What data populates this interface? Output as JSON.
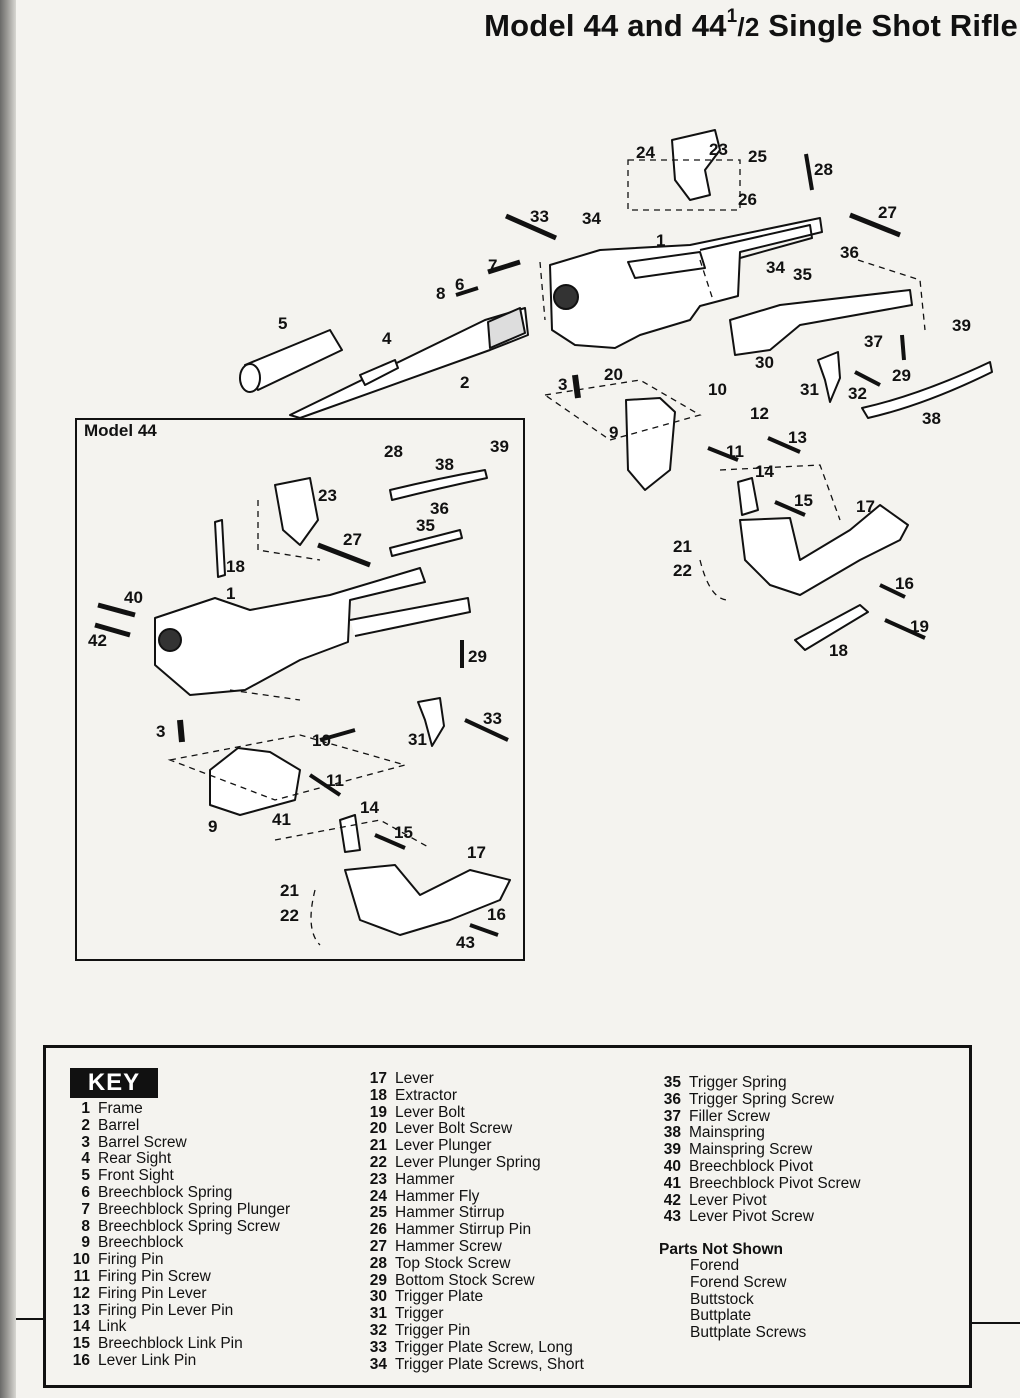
{
  "page": {
    "title_main": "Model 44 and 44",
    "title_sup": "1",
    "title_frac": "/2",
    "title_end": " Single Shot Rifle"
  },
  "inset": {
    "title": "Model 44"
  },
  "callouts": {
    "main": [
      "24",
      "23",
      "25",
      "28",
      "26",
      "33",
      "34",
      "27",
      "1",
      "36",
      "7",
      "6",
      "8",
      "34",
      "35",
      "39",
      "5",
      "4",
      "37",
      "30",
      "29",
      "20",
      "2",
      "3",
      "31",
      "32",
      "10",
      "12",
      "38",
      "9",
      "13",
      "11",
      "14",
      "15",
      "17",
      "21",
      "22",
      "16",
      "19",
      "18"
    ],
    "inset": [
      "28",
      "39",
      "38",
      "36",
      "23",
      "35",
      "27",
      "18",
      "1",
      "40",
      "42",
      "29",
      "33",
      "31",
      "3",
      "10",
      "11",
      "9",
      "41",
      "14",
      "15",
      "17",
      "21",
      "22",
      "16",
      "43"
    ]
  },
  "key": {
    "badge": "KEY",
    "col1": [
      {
        "n": "1",
        "label": "Frame"
      },
      {
        "n": "2",
        "label": "Barrel"
      },
      {
        "n": "3",
        "label": "Barrel Screw"
      },
      {
        "n": "4",
        "label": "Rear Sight"
      },
      {
        "n": "5",
        "label": "Front Sight"
      },
      {
        "n": "6",
        "label": "Breechblock Spring"
      },
      {
        "n": "7",
        "label": "Breechblock Spring Plunger"
      },
      {
        "n": "8",
        "label": "Breechblock Spring Screw"
      },
      {
        "n": "9",
        "label": "Breechblock"
      },
      {
        "n": "10",
        "label": "Firing Pin"
      },
      {
        "n": "11",
        "label": "Firing Pin Screw"
      },
      {
        "n": "12",
        "label": "Firing Pin Lever"
      },
      {
        "n": "13",
        "label": "Firing Pin Lever Pin"
      },
      {
        "n": "14",
        "label": "Link"
      },
      {
        "n": "15",
        "label": "Breechblock Link Pin"
      },
      {
        "n": "16",
        "label": "Lever Link Pin"
      }
    ],
    "col2": [
      {
        "n": "17",
        "label": "Lever"
      },
      {
        "n": "18",
        "label": "Extractor"
      },
      {
        "n": "19",
        "label": "Lever Bolt"
      },
      {
        "n": "20",
        "label": "Lever Bolt Screw"
      },
      {
        "n": "21",
        "label": "Lever Plunger"
      },
      {
        "n": "22",
        "label": "Lever Plunger Spring"
      },
      {
        "n": "23",
        "label": "Hammer"
      },
      {
        "n": "24",
        "label": "Hammer Fly"
      },
      {
        "n": "25",
        "label": "Hammer Stirrup"
      },
      {
        "n": "26",
        "label": "Hammer Stirrup Pin"
      },
      {
        "n": "27",
        "label": "Hammer Screw"
      },
      {
        "n": "28",
        "label": "Top Stock Screw"
      },
      {
        "n": "29",
        "label": "Bottom Stock Screw"
      },
      {
        "n": "30",
        "label": "Trigger Plate"
      },
      {
        "n": "31",
        "label": "Trigger"
      },
      {
        "n": "32",
        "label": "Trigger Pin"
      },
      {
        "n": "33",
        "label": "Trigger Plate Screw, Long"
      },
      {
        "n": "34",
        "label": "Trigger Plate Screws, Short"
      }
    ],
    "col3": [
      {
        "n": "35",
        "label": "Trigger Spring"
      },
      {
        "n": "36",
        "label": "Trigger Spring Screw"
      },
      {
        "n": "37",
        "label": "Filler Screw"
      },
      {
        "n": "38",
        "label": "Mainspring"
      },
      {
        "n": "39",
        "label": "Mainspring Screw"
      },
      {
        "n": "40",
        "label": "Breechblock Pivot"
      },
      {
        "n": "41",
        "label": "Breechblock Pivot Screw"
      },
      {
        "n": "42",
        "label": "Lever Pivot"
      },
      {
        "n": "43",
        "label": "Lever Pivot Screw"
      }
    ],
    "not_shown_title": "Parts Not Shown",
    "not_shown": [
      "Forend",
      "Forend Screw",
      "Buttstock",
      "Buttplate",
      "Buttplate Screws"
    ]
  }
}
